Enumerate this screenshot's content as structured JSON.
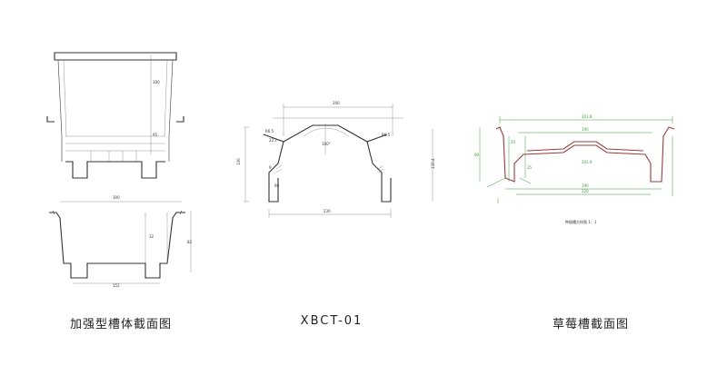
{
  "captions": {
    "left": "加强型槽体截面图",
    "middle": "XBCT-01",
    "right": "草莓槽截面图"
  },
  "drawing_labels": {
    "right_scale_note": "种植槽大样图   1：1"
  }
}
